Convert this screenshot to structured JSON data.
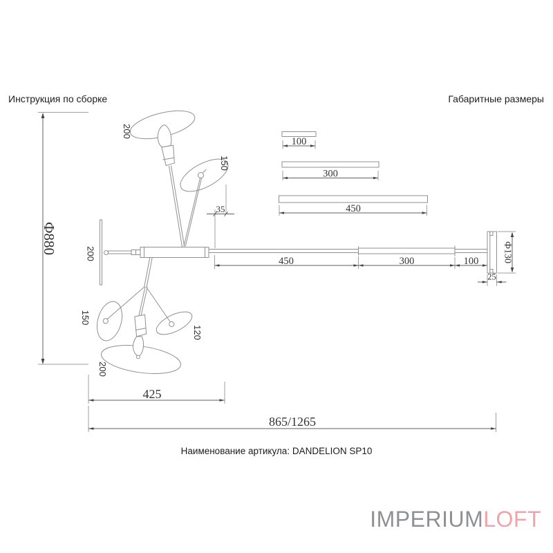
{
  "header": {
    "assembly_title": "Инструкция по сборке",
    "dimensions_title": "Габаритные размеры"
  },
  "parts": {
    "rod_small_length": "100",
    "rod_medium_length": "300",
    "rod_long_length": "450"
  },
  "assembly": {
    "overall_diameter": "Ф880",
    "top_disc_diameter": "200",
    "upper_right_disc_diameter": "150",
    "stem_offset": "35",
    "left_disc_diameter": "200",
    "lower_left_disc_diameter": "150",
    "lower_right_disc_diameter": "120",
    "bottom_disc_diameter": "200",
    "rod_segment_1": "450",
    "rod_segment_2": "300",
    "rod_segment_3": "100",
    "canopy_diameter": "Ф130",
    "canopy_height": "25",
    "cluster_width": "425",
    "total_length": "865/1265"
  },
  "footer": {
    "article": "Наименование артикула: DANDELION SP10"
  },
  "logo": {
    "primary": "IMPERIUM",
    "accent": "LOFT"
  },
  "colors": {
    "outline": "#8f8f8f",
    "dimension_line": "#5f5f5f",
    "text": "#333333",
    "logo_primary": "#8e9093",
    "logo_accent": "#f0a3a8"
  }
}
